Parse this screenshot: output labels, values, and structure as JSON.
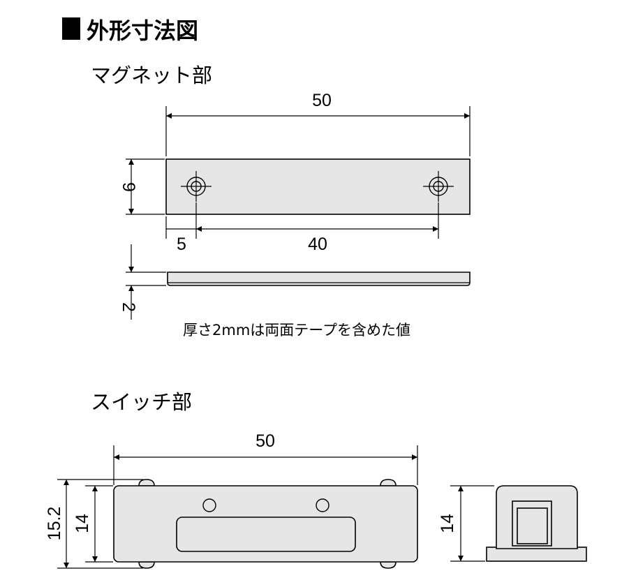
{
  "title": "外形寸法図",
  "magnet": {
    "heading": "マグネット部",
    "length": "50",
    "width": "9",
    "hole_offset": "5",
    "hole_pitch": "40",
    "thickness": "2",
    "thickness_note": "厚さ2mmは両面テープを含めた値"
  },
  "switch": {
    "heading": "スイッチ部",
    "length": "50",
    "overall_height": "15.2",
    "body_height": "14",
    "side_height": "14"
  },
  "colors": {
    "part_fill": "#e6e6e6",
    "line": "#000000"
  }
}
